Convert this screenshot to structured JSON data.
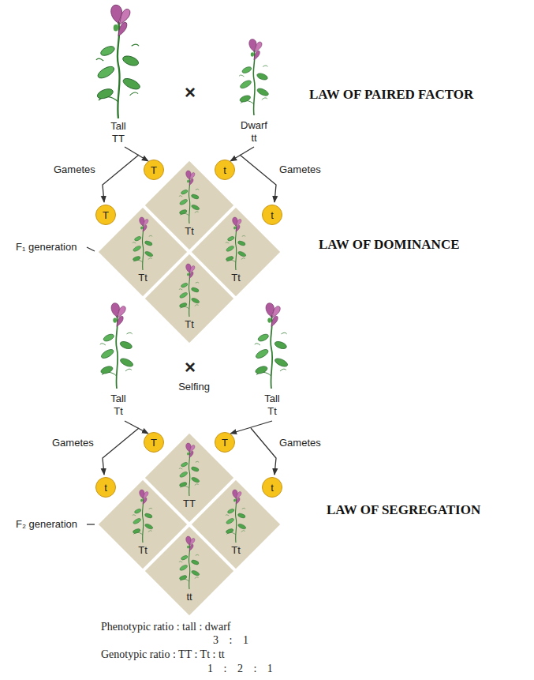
{
  "diagram": {
    "nodes": [
      {
        "text": [
          "T"
        ]
      },
      {
        "text": [
          "t"
        ]
      },
      {
        "text": [
          "T"
        ]
      },
      {
        "text": [
          "t"
        ]
      },
      {
        "text": [
          "Tt"
        ]
      },
      {
        "text": [
          "Tt"
        ]
      },
      {
        "text": [
          "Tt"
        ]
      },
      {
        "text": [
          "Tt"
        ]
      },
      {
        "text": [
          "T"
        ]
      },
      {
        "text": [
          "T"
        ]
      },
      {
        "text": [
          "t"
        ]
      },
      {
        "text": [
          "t"
        ]
      },
      {
        "text": [
          "TT"
        ]
      },
      {
        "text": [
          "Tt"
        ]
      },
      {
        "text": [
          "Tt"
        ]
      },
      {
        "text": [
          "tt"
        ]
      }
    ],
    "labels": [
      "LAW OF PAIRED FACTOR",
      "Tall",
      "TT",
      "Dwarf",
      "tt",
      "Gametes",
      "Gametes",
      "×",
      "LAW OF DOMINANCE",
      "F₁ generation",
      "Tall",
      "Tt",
      "×",
      "Selfing",
      "Tall",
      "Tt",
      "Gametes",
      "Gametes",
      "F₂ generation",
      "LAW OF SEGREGATION",
      "Phenotypic ratio : tall : dwarf",
      "3 : 1",
      "Genotypic ratio : TT : Tt : tt",
      "1 : 2 : 1"
    ]
  }
}
